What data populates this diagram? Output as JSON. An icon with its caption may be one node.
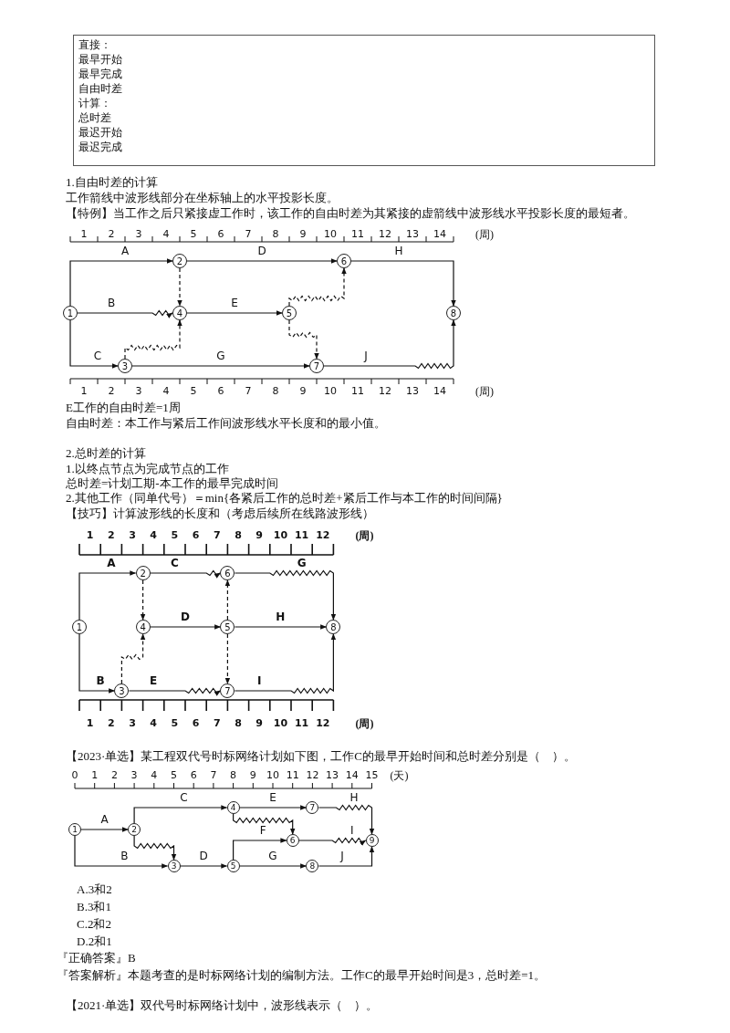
{
  "diagram": {
    "nodes": [
      {
        "text": [
          "直接：",
          "最早开始",
          "最早完成",
          "自由时差",
          "计算：",
          "总时差",
          "最迟开始",
          "最迟完成"
        ]
      },
      {
        "text": [
          "1"
        ]
      },
      {
        "text": [
          "2"
        ]
      },
      {
        "text": [
          "3"
        ]
      },
      {
        "text": [
          "4"
        ]
      },
      {
        "text": [
          "5"
        ]
      },
      {
        "text": [
          "6"
        ]
      },
      {
        "text": [
          "7"
        ]
      },
      {
        "text": [
          "8"
        ]
      },
      {
        "text": [
          "1"
        ]
      },
      {
        "text": [
          "2"
        ]
      },
      {
        "text": [
          "3"
        ]
      },
      {
        "text": [
          "4"
        ]
      },
      {
        "text": [
          "5"
        ]
      },
      {
        "text": [
          "6"
        ]
      },
      {
        "text": [
          "7"
        ]
      },
      {
        "text": [
          "8"
        ]
      },
      {
        "text": [
          "1"
        ]
      },
      {
        "text": [
          "2"
        ]
      },
      {
        "text": [
          "3"
        ]
      },
      {
        "text": [
          "4"
        ]
      },
      {
        "text": [
          "5"
        ]
      },
      {
        "text": [
          "6"
        ]
      },
      {
        "text": [
          "7"
        ]
      },
      {
        "text": [
          "8"
        ]
      },
      {
        "text": [
          "9"
        ]
      }
    ],
    "edges": [
      {
        "from": 1,
        "to": 2,
        "arrow": "to",
        "label": "A"
      },
      {
        "from": 2,
        "to": 6,
        "arrow": "to",
        "label": "D"
      },
      {
        "from": 6,
        "to": 8,
        "arrow": "to",
        "label": "H"
      },
      {
        "from": 2,
        "to": 4,
        "arrow": "to",
        "style": "dashed"
      },
      {
        "from": 1,
        "to": 4,
        "arrow": "to",
        "label": "B"
      },
      {
        "from": 4,
        "to": 5,
        "arrow": "to",
        "label": "E"
      },
      {
        "from": 5,
        "to": 6,
        "arrow": "to",
        "style": "dashed"
      },
      {
        "from": 5,
        "to": 7,
        "arrow": "to",
        "style": "dashed"
      },
      {
        "from": 1,
        "to": 3,
        "arrow": "to",
        "label": "C"
      },
      {
        "from": 3,
        "to": 4,
        "arrow": "to",
        "style": "dashed"
      },
      {
        "from": 3,
        "to": 7,
        "arrow": "to",
        "label": "G"
      },
      {
        "from": 7,
        "to": 8,
        "arrow": "to",
        "label": "J"
      },
      {
        "from": 9,
        "to": 10,
        "arrow": "to",
        "label": "A"
      },
      {
        "from": 10,
        "to": 14,
        "arrow": "to",
        "label": "C"
      },
      {
        "from": 14,
        "to": 16,
        "arrow": "to",
        "label": "G"
      },
      {
        "from": 10,
        "to": 12,
        "arrow": "to",
        "style": "dashed"
      },
      {
        "from": 12,
        "to": 13,
        "arrow": "to",
        "label": "D"
      },
      {
        "from": 13,
        "to": 16,
        "arrow": "to",
        "label": "H"
      },
      {
        "from": 13,
        "to": 14,
        "arrow": "to",
        "style": "dashed"
      },
      {
        "from": 13,
        "to": 15,
        "arrow": "to",
        "style": "dashed"
      },
      {
        "from": 9,
        "to": 11,
        "arrow": "to",
        "label": "B"
      },
      {
        "from": 11,
        "to": 12,
        "arrow": "to",
        "style": "dashed"
      },
      {
        "from": 11,
        "to": 15,
        "arrow": "to",
        "label": "E"
      },
      {
        "from": 15,
        "to": 16,
        "arrow": "to",
        "label": "I"
      },
      {
        "from": 17,
        "to": 18,
        "arrow": "to",
        "label": "A"
      },
      {
        "from": 17,
        "to": 19,
        "arrow": "to",
        "label": "B"
      },
      {
        "from": 18,
        "to": 20,
        "arrow": "to",
        "label": "C"
      },
      {
        "from": 18,
        "to": 19,
        "arrow": "to"
      },
      {
        "from": 19,
        "to": 21,
        "arrow": "to",
        "label": "D"
      },
      {
        "from": 20,
        "to": 23,
        "arrow": "to",
        "label": "E"
      },
      {
        "from": 20,
        "to": 22,
        "arrow": "to"
      },
      {
        "from": 23,
        "to": 25,
        "arrow": "to",
        "label": "H"
      },
      {
        "from": 21,
        "to": 22,
        "arrow": "to",
        "label": "F"
      },
      {
        "from": 22,
        "to": 25,
        "arrow": "to",
        "label": "I"
      },
      {
        "from": 21,
        "to": 24,
        "arrow": "to",
        "label": "G"
      },
      {
        "from": 24,
        "to": 25,
        "arrow": "to",
        "label": "J"
      }
    ],
    "labels": [
      "1.自由时差的计算",
      "工作箭线中波形线部分在坐标轴上的水平投影长度。",
      "【特例】当工作之后只紧接虚工作时，该工作的自由时差为其紧接的虚箭线中波形线水平投影长度的最短者。",
      "1",
      "2",
      "3",
      "4",
      "5",
      "6",
      "7",
      "8",
      "9",
      "10",
      "11",
      "12",
      "13",
      "14",
      "(周)",
      "1",
      "2",
      "3",
      "4",
      "5",
      "6",
      "7",
      "8",
      "9",
      "10",
      "11",
      "12",
      "13",
      "14",
      "(周)",
      "E工作的自由时差=1周",
      "自由时差：本工作与紧后工作间波形线水平长度和的最小值。",
      "2.总时差的计算",
      "1.以终点节点为完成节点的工作",
      "总时差=计划工期-本工作的最早完成时间",
      "2.其他工作（同单代号）＝min{各紧后工作的总时差+紧后工作与本工作的时间间隔}",
      "【技巧】计算波形线的长度和（考虑后续所在线路波形线）",
      "1",
      "2",
      "3",
      "4",
      "5",
      "6",
      "7",
      "8",
      "9",
      "10",
      "11",
      "12",
      "(周)",
      "1",
      "2",
      "3",
      "4",
      "5",
      "6",
      "7",
      "8",
      "9",
      "10",
      "11",
      "12",
      "(周)",
      "【2023·单选】某工程双代号时标网络计划如下图，工作C的最早开始时间和总时差分别是（　）。",
      "0",
      "1",
      "2",
      "3",
      "4",
      "5",
      "6",
      "7",
      "8",
      "9",
      "10",
      "11",
      "12",
      "13",
      "14",
      "15",
      "(天)",
      "A.3和2",
      "B.3和1",
      "C.2和2",
      "D.2和1",
      "『正确答案』B",
      "『答案解析』本题考查的是时标网络计划的编制方法。工作C的最早开始时间是3，总时差=1。",
      "【2021·单选】双代号时标网络计划中，波形线表示（　）。"
    ]
  }
}
